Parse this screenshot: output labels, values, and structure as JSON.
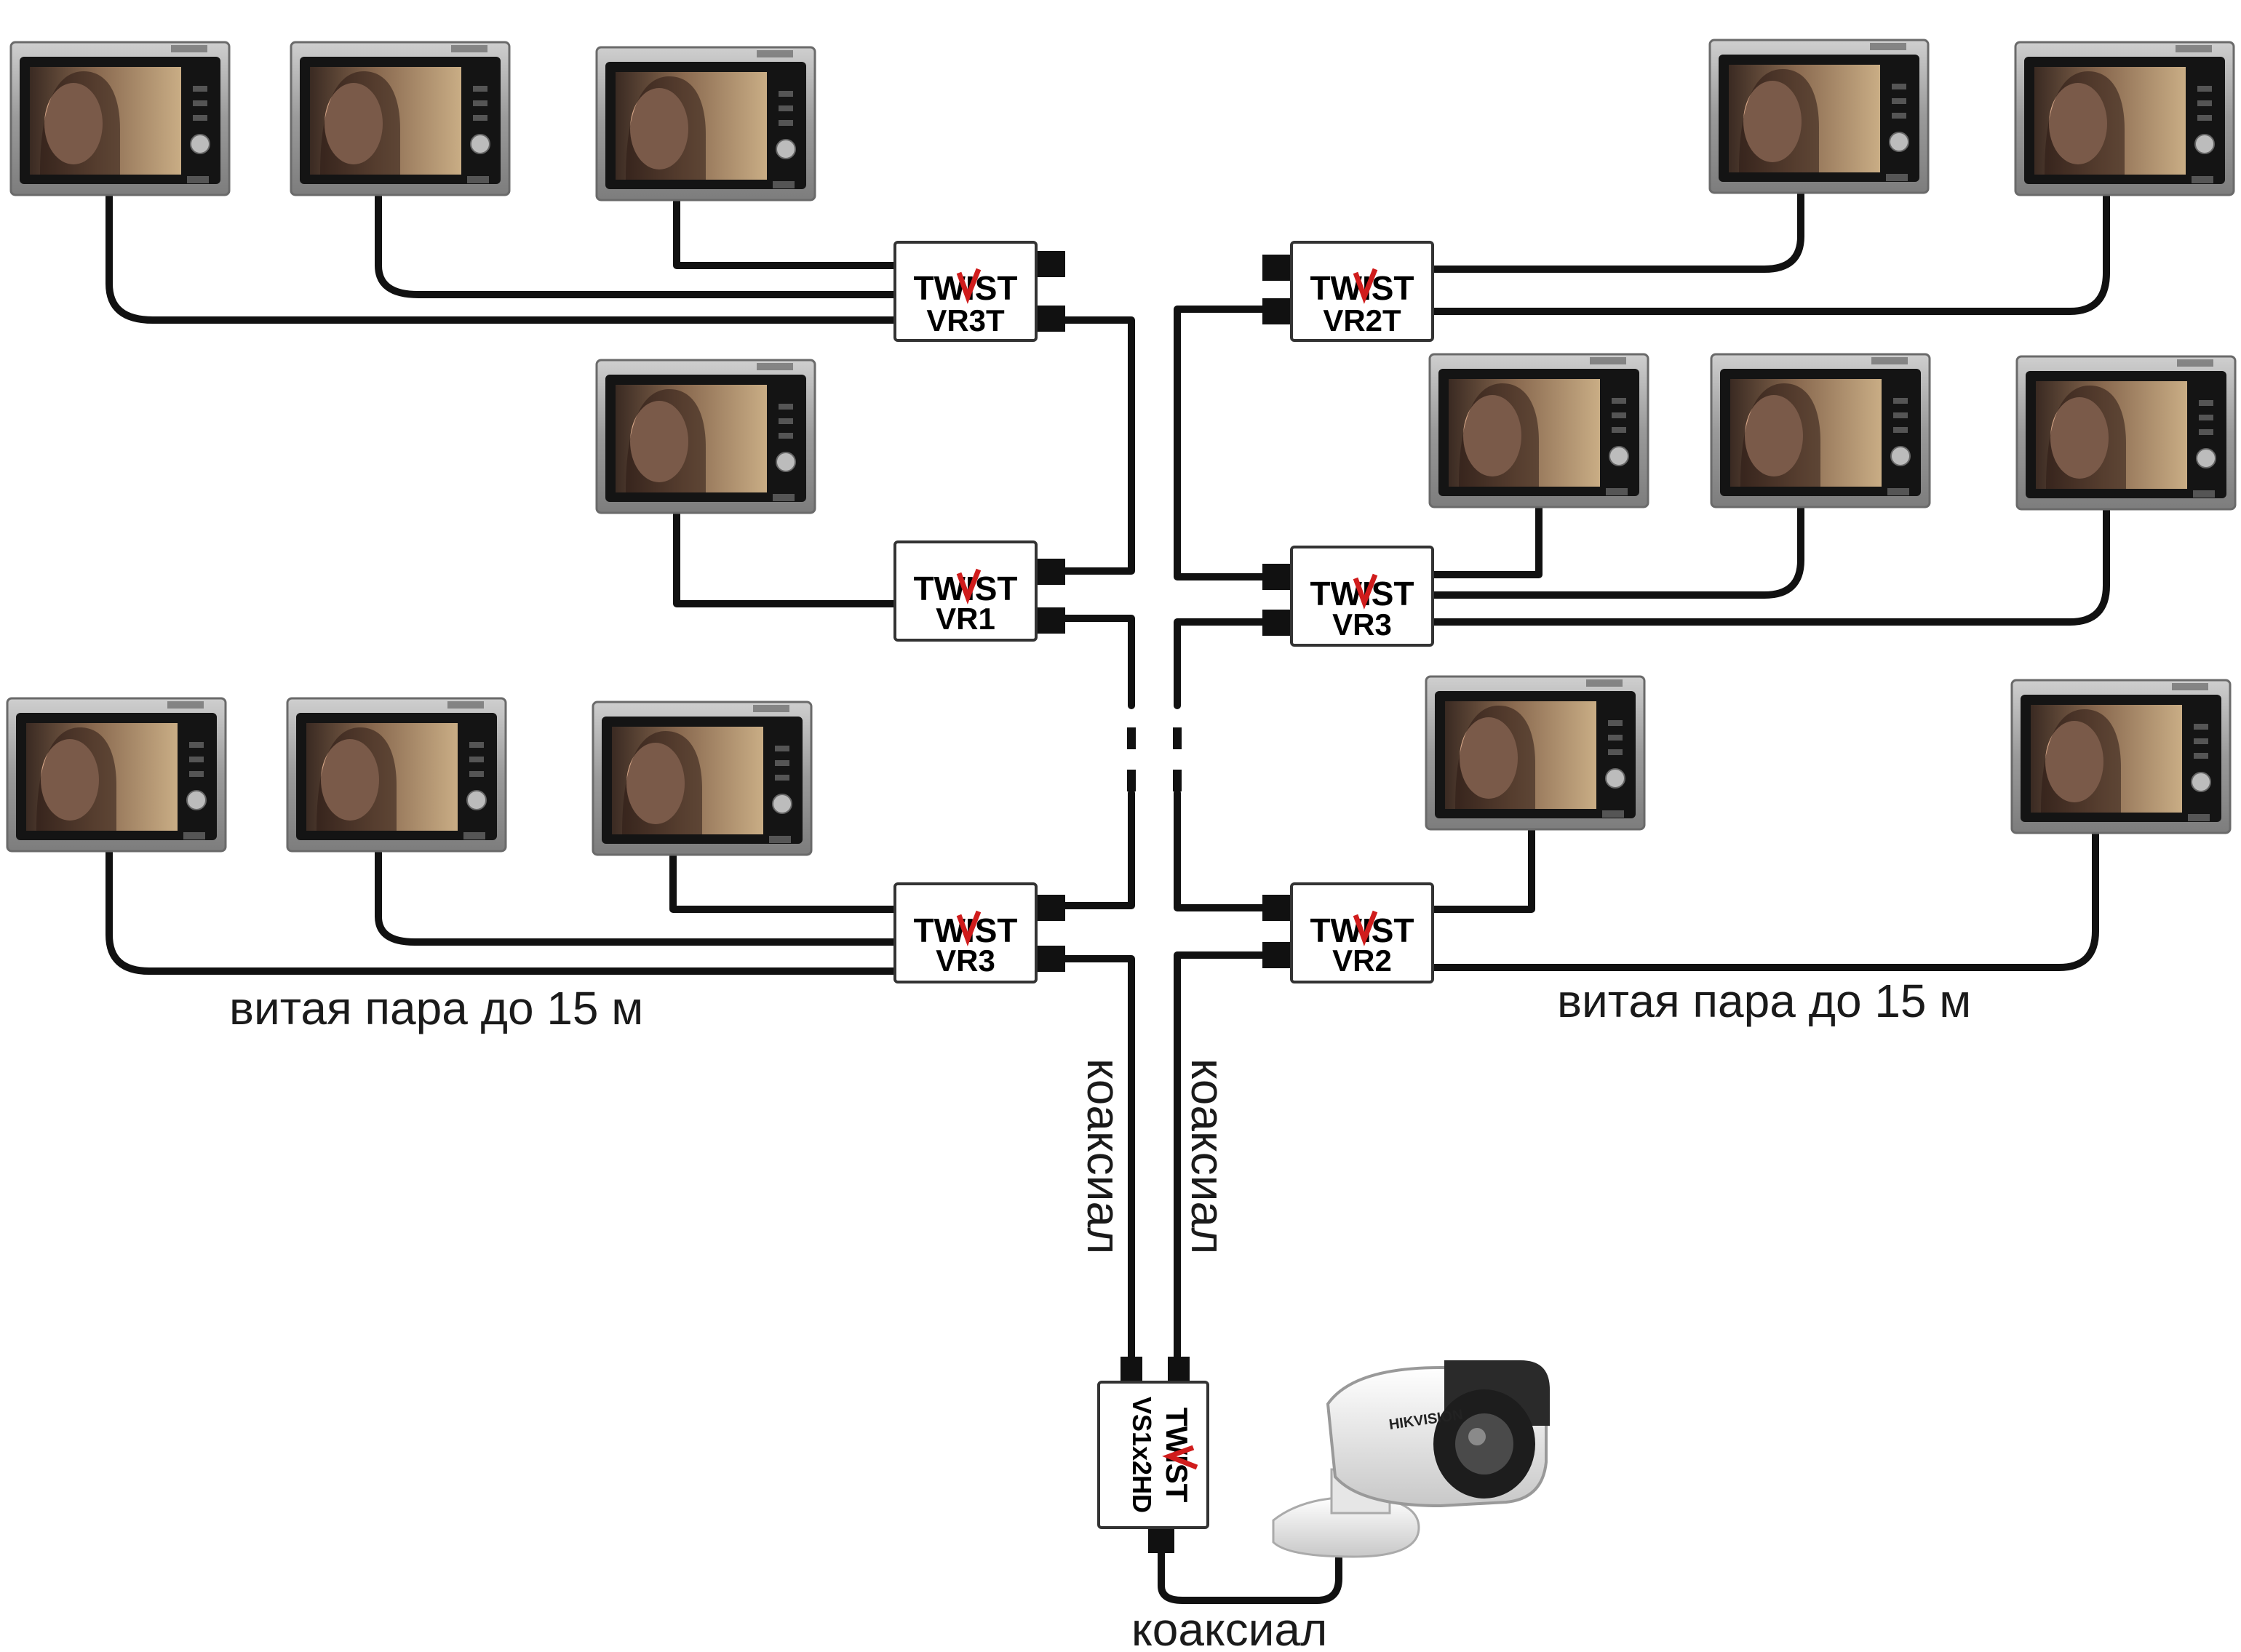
{
  "diagram": {
    "splitter": {
      "brand": "TWIST",
      "model": "VS1x2HD"
    },
    "camera": {
      "brand": "HIKVISION"
    },
    "labels": {
      "twisted_pair_left": "витая пара до 15 м",
      "twisted_pair_right": "витая пара до 15 м",
      "coax_left": "коаксиал",
      "coax_right": "коаксиал",
      "coax_bottom": "коаксиал"
    },
    "receivers": [
      {
        "brand": "TWIST",
        "model": "VR3T",
        "monitors": 3
      },
      {
        "brand": "TWIST",
        "model": "VR2T",
        "monitors": 2
      },
      {
        "brand": "TWIST",
        "model": "VR1",
        "monitors": 1
      },
      {
        "brand": "TWIST",
        "model": "VR3",
        "monitors": 3
      },
      {
        "brand": "TWIST",
        "model": "VR3",
        "monitors": 3
      },
      {
        "brand": "TWIST",
        "model": "VR2",
        "monitors": 2
      }
    ]
  }
}
